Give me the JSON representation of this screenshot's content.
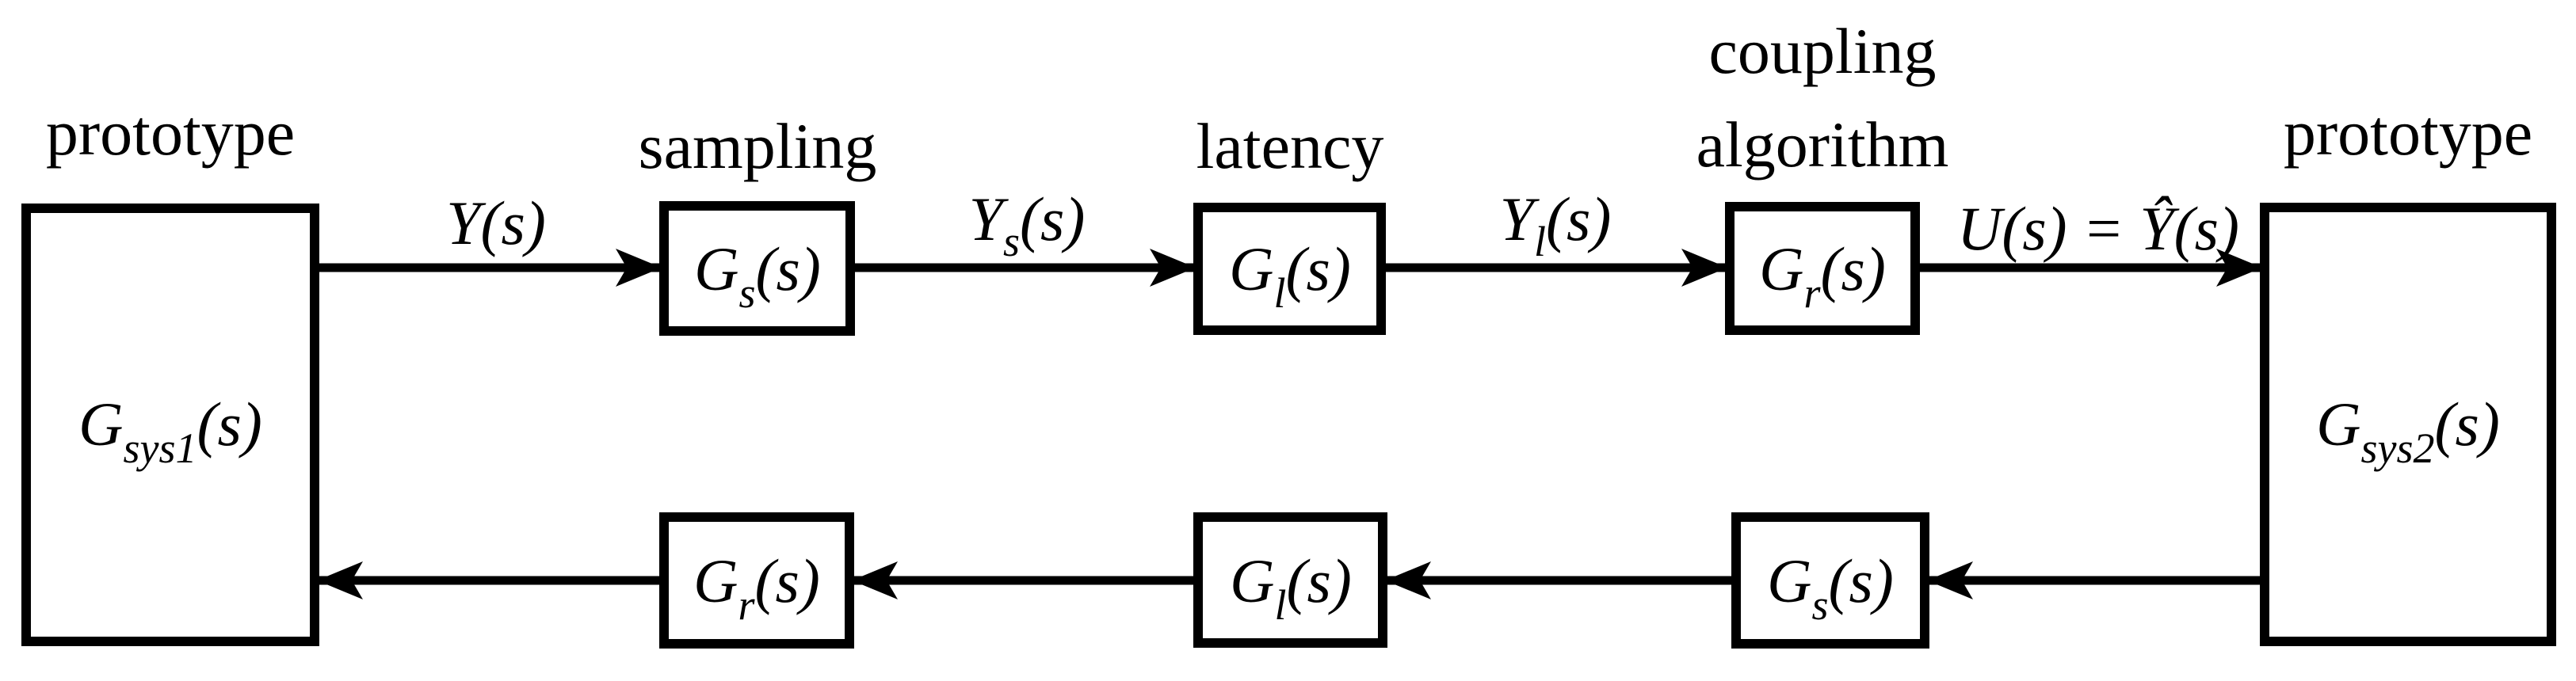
{
  "diagram": {
    "background": "#ffffff",
    "line_color": "#000000",
    "labels": {
      "prototype_left": "prototype",
      "sampling": "sampling",
      "latency": "latency",
      "coupling_line1": "coupling",
      "coupling_line2": "algorithm",
      "prototype_right": "prototype"
    },
    "blocks": {
      "sys1": {
        "pre": "G",
        "sub": "sys1",
        "post": "(s)"
      },
      "sys2": {
        "pre": "G",
        "sub": "sys2",
        "post": "(s)"
      },
      "sampling_top": {
        "pre": "G",
        "sub": "s",
        "post": "(s)"
      },
      "latency_top": {
        "pre": "G",
        "sub": "l",
        "post": "(s)"
      },
      "coupling_top": {
        "pre": "G",
        "sub": "r",
        "post": "(s)"
      },
      "coupling_bottom": {
        "pre": "G",
        "sub": "r",
        "post": "(s)"
      },
      "latency_bottom": {
        "pre": "G",
        "sub": "l",
        "post": "(s)"
      },
      "sampling_bottom": {
        "pre": "G",
        "sub": "s",
        "post": "(s)"
      }
    },
    "signals": {
      "y": "Y(s)",
      "ys": {
        "pre": "Y",
        "sub": "s",
        "post": "(s)"
      },
      "yl": {
        "pre": "Y",
        "sub": "l",
        "post": "(s)"
      },
      "u": "U(s) = Ŷ(s)"
    }
  }
}
